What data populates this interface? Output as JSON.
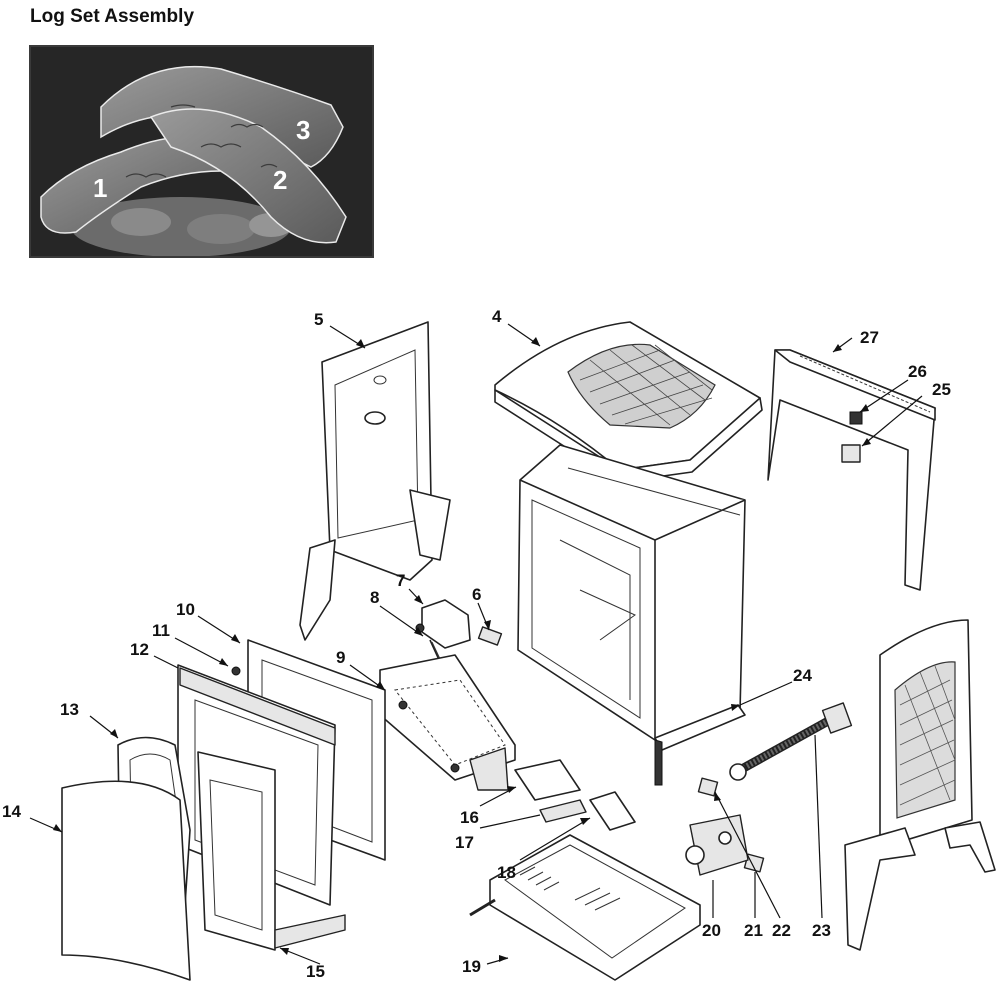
{
  "title": "Log Set Assembly",
  "logs": [
    "1",
    "2",
    "3"
  ],
  "callouts": [
    "4",
    "5",
    "6",
    "7",
    "8",
    "9",
    "10",
    "11",
    "12",
    "13",
    "14",
    "15",
    "16",
    "17",
    "18",
    "19",
    "20",
    "21",
    "22",
    "23",
    "24",
    "25",
    "26",
    "27"
  ]
}
